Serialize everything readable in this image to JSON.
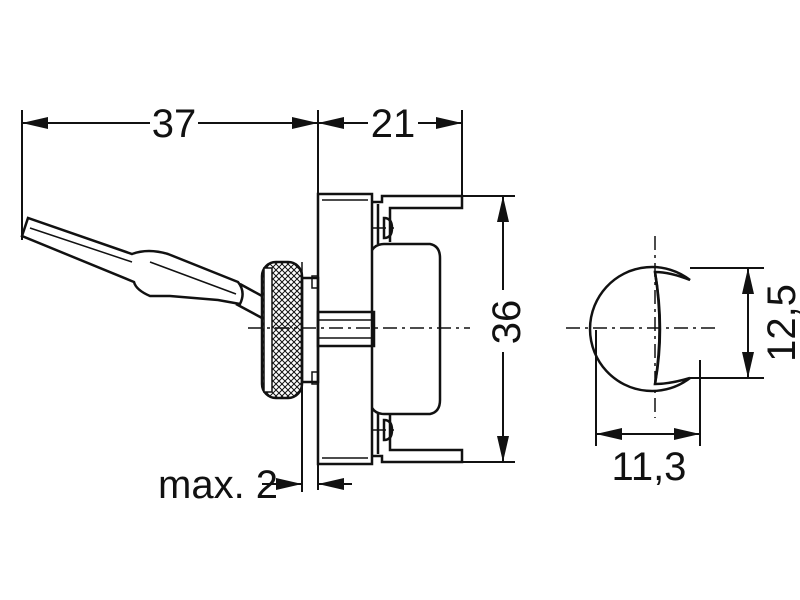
{
  "dimensions": {
    "overall_length": "37",
    "switch_depth": "21",
    "height": "36",
    "panel_thickness": "max. 2",
    "hole_width": "11,3",
    "hole_height": "12,5"
  }
}
